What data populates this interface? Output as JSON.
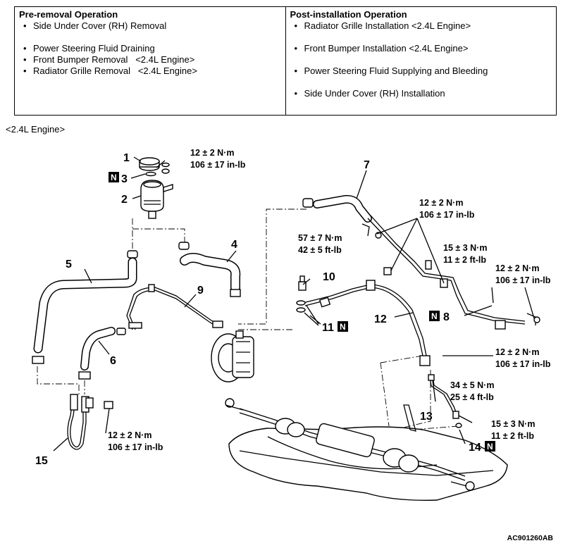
{
  "operations": {
    "pre_removal": {
      "title": "Pre-removal Operation",
      "items": [
        "Side Under Cover (RH) Removal",
        "Power Steering Fluid Draining",
        "Front Bumper Removal   <2.4L Engine>",
        "Radiator Grille Removal   <2.4L Engine>"
      ]
    },
    "post_installation": {
      "title": "Post-installation Operation",
      "items": [
        "Radiator Grille Installation <2.4L Engine>",
        "Front Bumper Installation <2.4L Engine>",
        "Power Steering Fluid Supplying and Bleeding",
        "Side Under Cover (RH) Installation"
      ]
    }
  },
  "engine_label": "<2.4L Engine>",
  "diagram": {
    "callouts": {
      "c1": "1",
      "c2": "2",
      "c3": "3",
      "c4": "4",
      "c5": "5",
      "c6": "6",
      "c7": "7",
      "c8": "8",
      "c9": "9",
      "c10": "10",
      "c11": "11",
      "c12": "12",
      "c13": "13",
      "c14": "14",
      "c15": "15"
    },
    "n_badge": "N",
    "torques": {
      "t_reservoir": [
        "12 ± 2 N·m",
        "106 ± 17 in-lb"
      ],
      "t_pipe7": [
        "12 ± 2 N·m",
        "106 ± 17 in-lb"
      ],
      "t_bolt10": [
        "57 ± 7 N·m",
        "42 ± 5 ft-lb"
      ],
      "t_union8a": [
        "15 ± 3 N·m",
        "11 ± 2 ft-lb"
      ],
      "t_union8b": [
        "12 ± 2 N·m",
        "106 ± 17 in-lb"
      ],
      "t_clamp12": [
        "12 ± 2 N·m",
        "106 ± 17 in-lb"
      ],
      "t_flare13": [
        "34 ± 5 N·m",
        "25 ± 4 ft-lb"
      ],
      "t_flare14": [
        "15 ± 3 N·m",
        "11 ± 2 ft-lb"
      ],
      "t_bracket15": [
        "12 ± 2 N·m",
        "106 ± 17 in-lb"
      ]
    }
  },
  "figure_code": "AC901260AB"
}
